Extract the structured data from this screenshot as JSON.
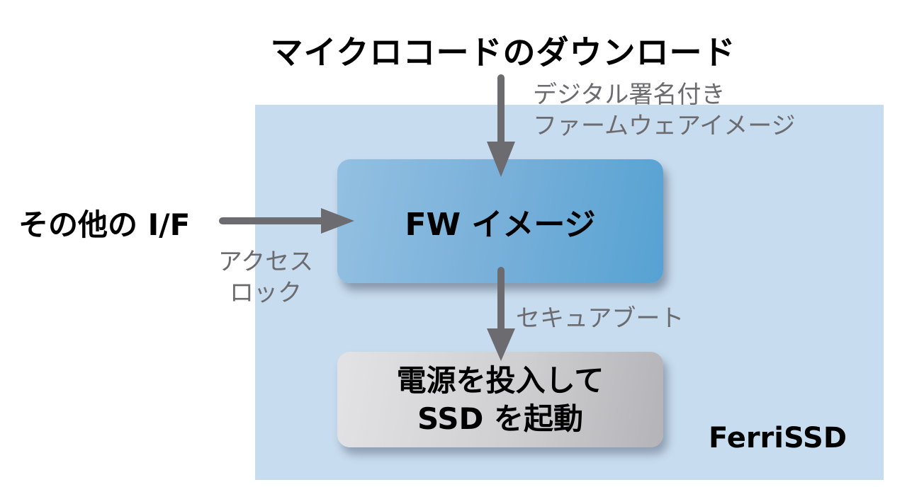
{
  "diagram": {
    "title": "マイクロコードのダウンロード",
    "download_note": [
      "デジタル署名付き",
      "ファームウェアイメージ"
    ],
    "left_input": "その他の I/F",
    "access_lock_note": [
      "アクセス",
      "ロック"
    ],
    "fw_box": "FW イメージ",
    "secure_boot_note": "セキュアブート",
    "boot_box": [
      "電源を投入して",
      "SSD を起動"
    ],
    "container_label": "FerriSSD",
    "colors": {
      "panel": "#c7dcee",
      "fw_box": "#78b0d9",
      "boot_box": "#cfcfd2",
      "arrow": "#6b6b70",
      "note_text": "#6b6b70"
    }
  }
}
